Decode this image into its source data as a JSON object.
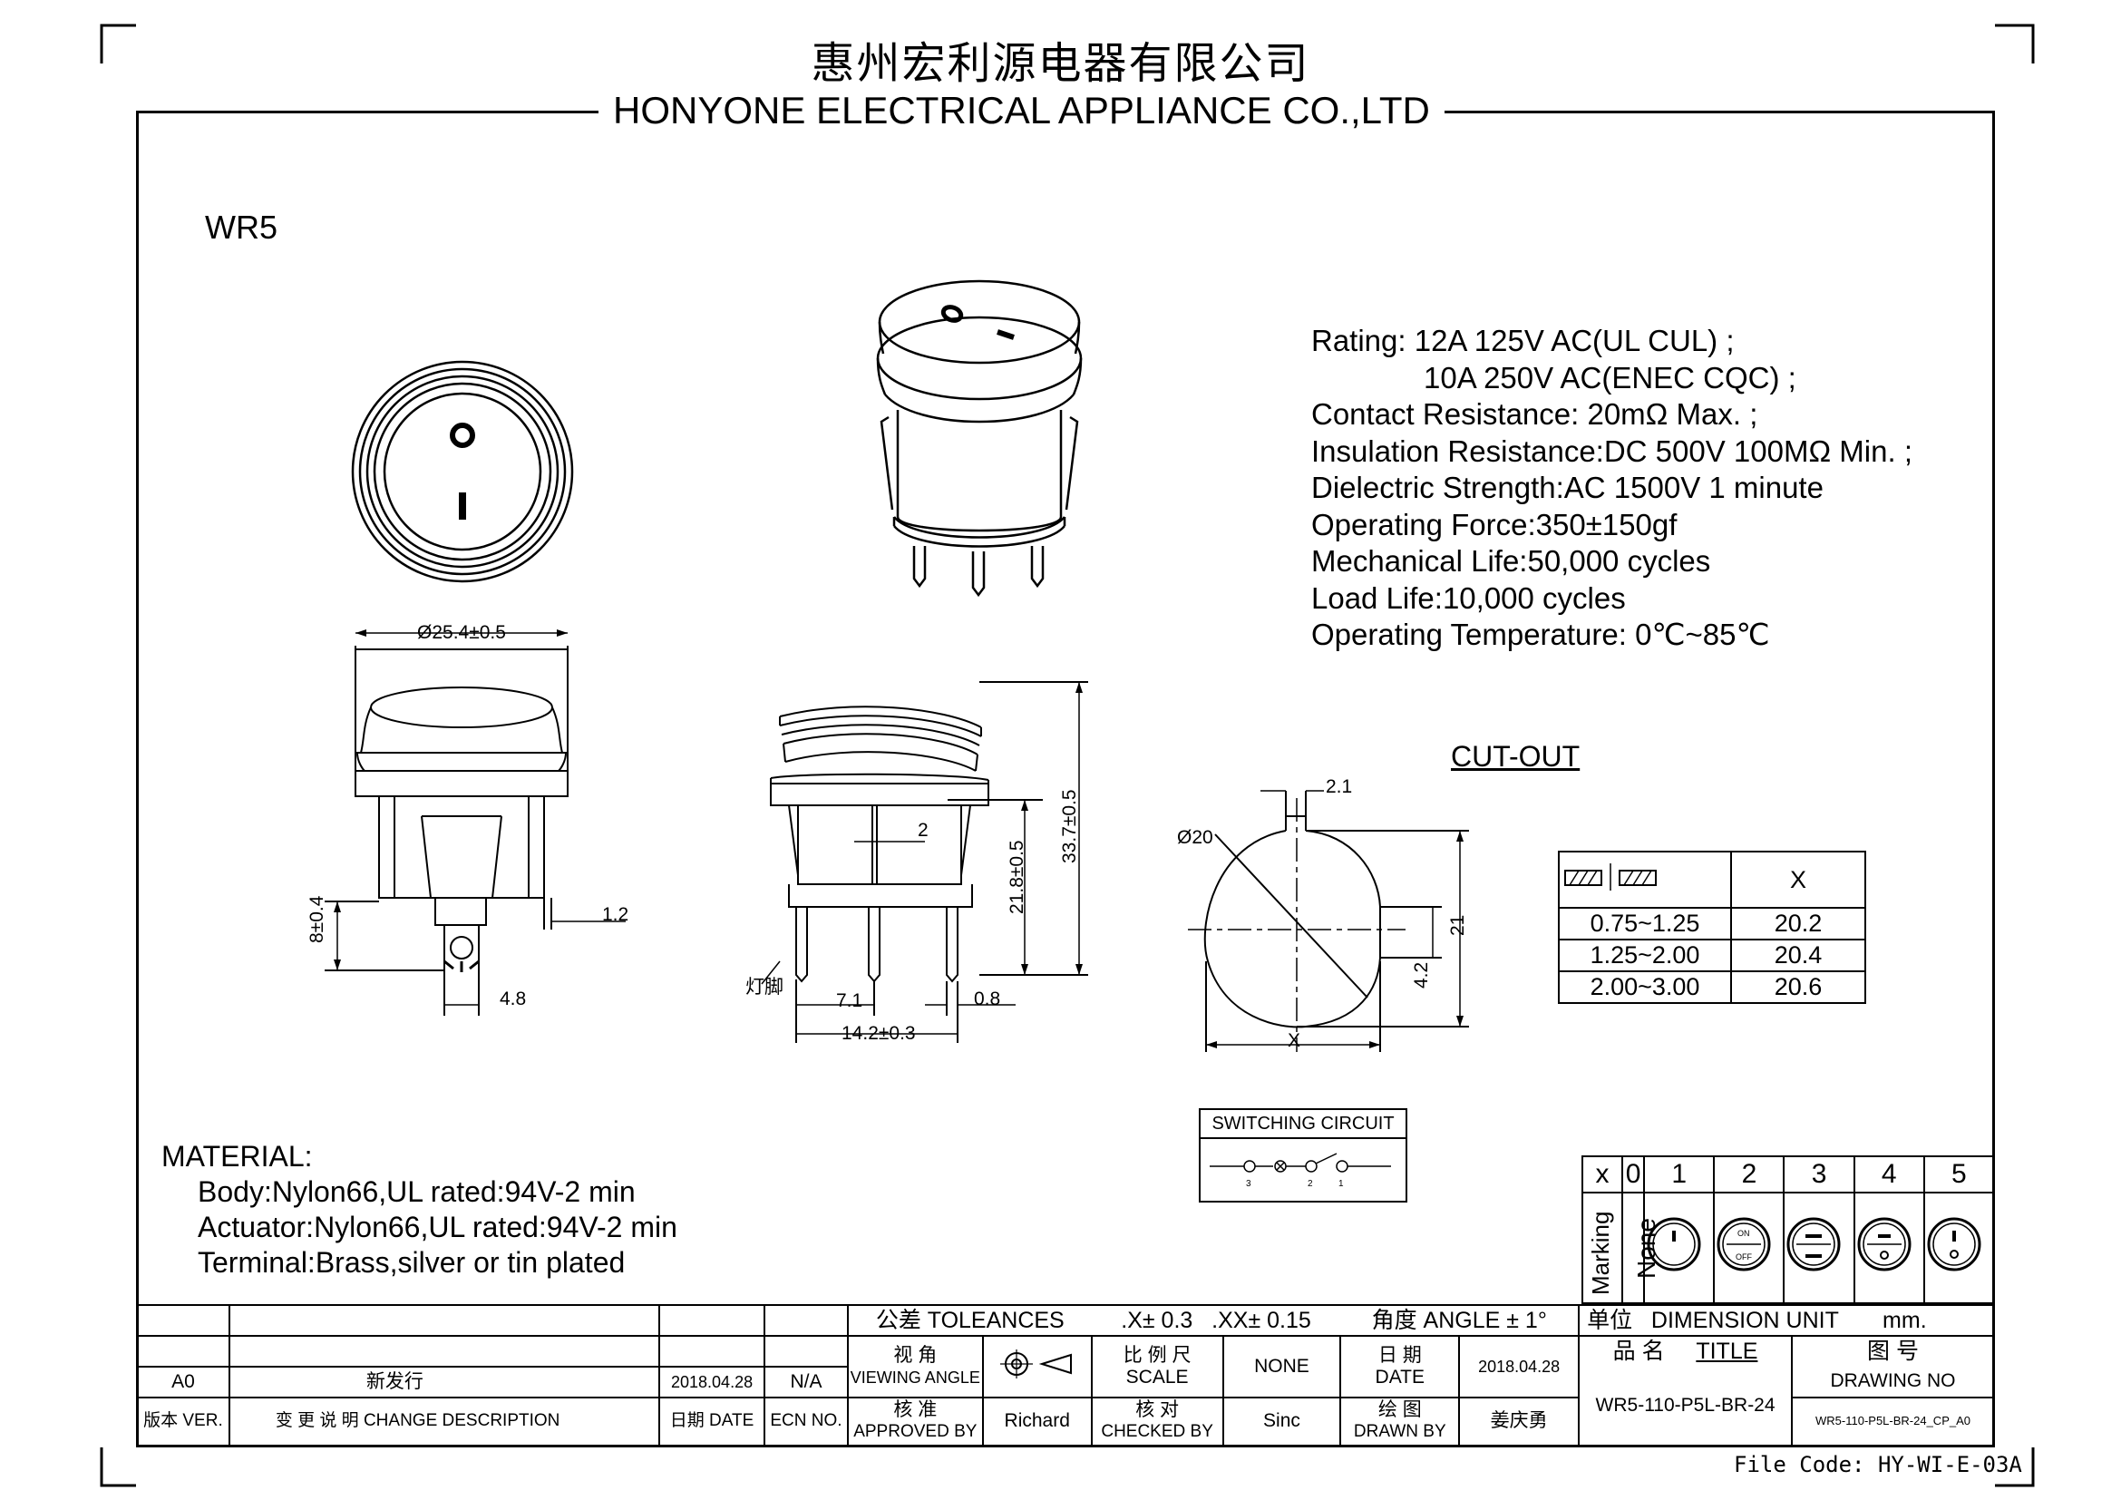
{
  "header": {
    "company_cn": "惠州宏利源电器有限公司",
    "company_en": "HONYONE ELECTRICAL APPLIANCE  CO.,LTD"
  },
  "model": "WR5",
  "specs": [
    "Rating: 12A   125V AC(UL CUL) ;",
    "10A   250V AC(ENEC CQC) ;",
    "Contact Resistance: 20mΩ Max. ;",
    "Insulation Resistance:DC 500V 100MΩ  Min. ;",
    "Dielectric Strength:AC 1500V 1 minute",
    "Operating Force:350±150gf",
    "Mechanical Life:50,000 cycles",
    "Load Life:10,000 cycles",
    "Operating Temperature: 0℃~85℃"
  ],
  "dimensions": {
    "diameter": "Ø25.4±0.5",
    "height_8": "8±0.4",
    "d_1_2": "1.2",
    "d_4_8": "4.8",
    "d_2": "2",
    "d_21_8": "21.8±0.5",
    "d_33_7": "33.7±0.5",
    "lamp_pin": "灯脚",
    "d_7_1": "7.1",
    "d_0_8": "0.8",
    "d_14_2": "14.2±0.3"
  },
  "cutout": {
    "title": "CUT-OUT",
    "d_2_1": "2.1",
    "d_20": "Ø20",
    "d_21": "21",
    "d_4_2": "4.2",
    "x": "X",
    "table_header": "X",
    "rows": [
      {
        "range": "0.75~1.25",
        "x": "20.2"
      },
      {
        "range": "1.25~2.00",
        "x": "20.4"
      },
      {
        "range": "2.00~3.00",
        "x": "20.6"
      }
    ]
  },
  "switching_circuit": {
    "title": "SWITCHING CIRCUIT",
    "pins": [
      "3",
      "2",
      "1"
    ]
  },
  "marking": {
    "x_label": "x",
    "row_label": "Marking",
    "columns": [
      "0",
      "1",
      "2",
      "3",
      "4",
      "5"
    ],
    "none": "None",
    "on": "ON",
    "off": "OFF"
  },
  "material": {
    "title": "MATERIAL:",
    "lines": [
      "Body:Nylon66,UL rated:94V-2 min",
      "Actuator:Nylon66,UL rated:94V-2 min",
      "Terminal:Brass,silver or tin plated"
    ]
  },
  "title_block": {
    "tolerances": "公差 TOLEANCES",
    "tol_x": ".X± 0.3",
    "tol_xx": ".XX± 0.15",
    "angle": "角度 ANGLE ± 1°",
    "unit": "单位   DIMENSION UNIT       mm.",
    "viewing_angle_cn": "视 角",
    "viewing_angle_en": "VIEWING ANGLE",
    "scale_cn": "比 例 尺",
    "scale_en": "SCALE",
    "scale_value": "NONE",
    "date_cn": "日 期",
    "date_en": "DATE",
    "date_value": "2018.04.28",
    "title_cn": "品  名",
    "title_en": "TITLE",
    "drawing_no_cn": "图  号",
    "drawing_no_en": "DRAWING NO",
    "approved_cn": "核 准",
    "approved_en": "APPROVED BY",
    "approved_value": "Richard",
    "checked_cn": "核 对",
    "checked_en": "CHECKED BY",
    "checked_value": "Sinc",
    "drawn_cn": "绘 图",
    "drawn_en": "DRAWN BY",
    "drawn_value": "姜庆勇",
    "title_value": "WR5-110-P5L-BR-24",
    "drawing_no_value": "WR5-110-P5L-BR-24_CP_A0",
    "rev": "A0",
    "rev_desc": "新发行",
    "rev_date": "2018.04.28",
    "rev_ecn": "N/A",
    "hdr_ver": "版本 VER.",
    "hdr_change": "变 更 说 明   CHANGE DESCRIPTION",
    "hdr_date": "日期 DATE",
    "hdr_ecn": "ECN NO."
  },
  "file_code": "File Code: HY-WI-E-03A"
}
